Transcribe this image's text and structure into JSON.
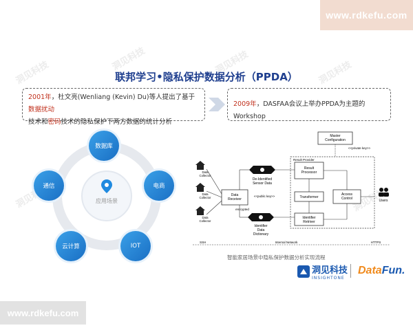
{
  "watermark": {
    "top": "www.rdkefu.com",
    "bottom": "www.rdkefu.com",
    "tile": "洞见科技"
  },
  "title": "联邦学习•隐私保护数据分析（PPDA）",
  "box_left": {
    "year": "2001年",
    "line1_a": "，杜文亮(Wenliang (Kevin) Du)等人提出了基于",
    "line1_red": "数据扰动",
    "line2_a": "技术和",
    "line2_red": "密码",
    "line2_b": "技术的隐私保护下两方数据的统计分析"
  },
  "box_right": {
    "year": "2009年",
    "text": "，DASFAA会议上举办PPDA为主题的Workshop"
  },
  "ring": {
    "center": "应用场景",
    "nodes": [
      "数据库",
      "电商",
      "IOT",
      "云计算",
      "通信"
    ]
  },
  "flow": {
    "master": "Master\nConfiguration",
    "private_key": "<<private key>>",
    "result_provider": "Result Provider",
    "collectors": [
      "Data\nCollector",
      "Data\nCollector",
      "Data\nCollector"
    ],
    "data_receiver": "Data\nReceiver",
    "deidentified": "De-Identified\nSensor Data",
    "public_key": "<<public key>>",
    "encrypted": "encrypted",
    "identifier_dict": "Identifier\nData\nDictionary",
    "result_processor": "Result\nProcessor",
    "transformer": "Transformer",
    "identifier_retriever": "Identifier\nRetriver",
    "access_control": "Access\nControl",
    "users": "Users",
    "bottom_labels": [
      "SSH",
      "Internal Network",
      "HTTPS"
    ]
  },
  "caption": "智能家居场景中隐私保护数据分析实现流程",
  "logos": {
    "insightone_cn": "洞见科技",
    "insightone_en": "INSIGHTONE",
    "datafun_d": "Data",
    "datafun_rest": "Fun."
  },
  "colors": {
    "title": "#1f3f8f",
    "accent_red": "#c0301c",
    "ring_blue": "#1a6fc4",
    "datafun_orange": "#f08a1c"
  }
}
